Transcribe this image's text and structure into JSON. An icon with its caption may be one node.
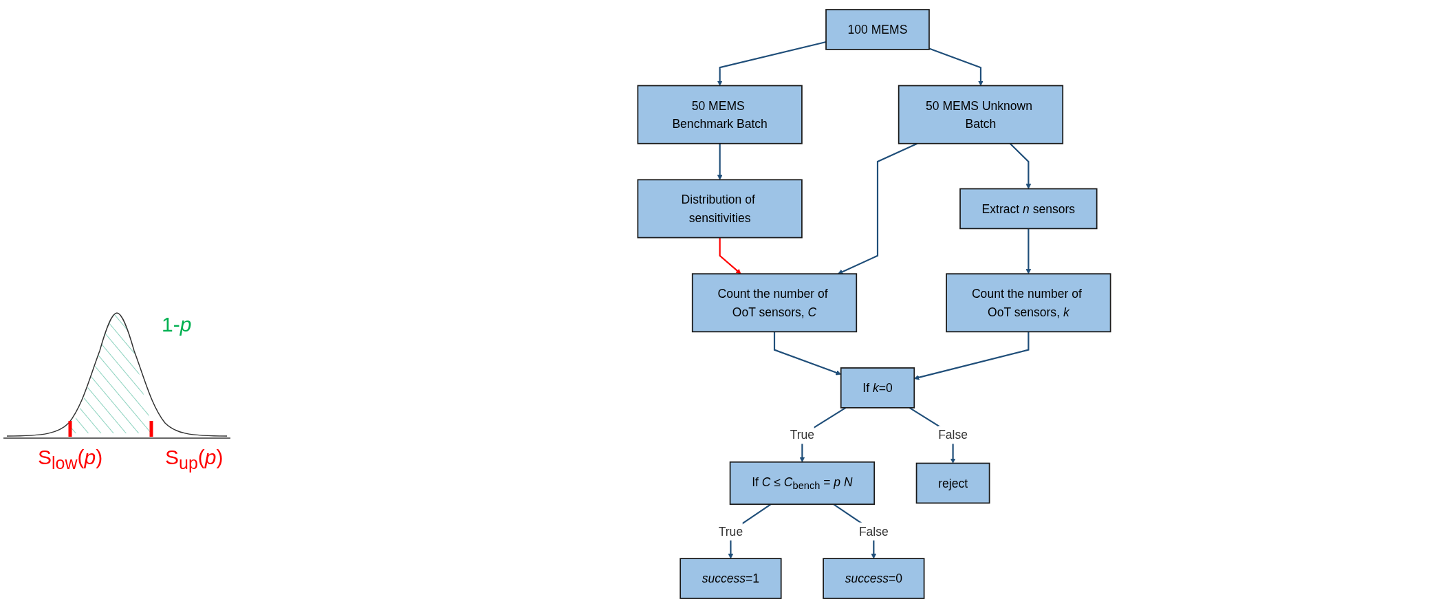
{
  "diagram": {
    "nodes": [
      {
        "text": [
          "100 MEMS"
        ]
      },
      {
        "text": [
          "50 MEMS Benchmark Batch"
        ]
      },
      {
        "text": [
          "50 MEMS Unknown Batch"
        ]
      },
      {
        "text": [
          "Extract *n* sensors"
        ]
      },
      {
        "text": [
          "Distribution of sensitivities"
        ]
      },
      {
        "text": [
          "Count the number of OoT sensors, *C*"
        ]
      },
      {
        "text": [
          "Count the number of OoT sensors, *k*"
        ]
      },
      {
        "text": [
          "If *k*=0"
        ]
      },
      {
        "text": [
          "If *C* ≤ *C*$_{bench}$ = *p N*"
        ]
      },
      {
        "text": [
          "reject"
        ]
      },
      {
        "text": [
          "*success*=1"
        ]
      },
      {
        "text": [
          "*success*=0"
        ]
      }
    ],
    "edges": [
      {
        "from": 0,
        "to": 1,
        "arrow": "to"
      },
      {
        "from": 0,
        "to": 2,
        "arrow": "to"
      },
      {
        "from": 1,
        "to": 4,
        "arrow": "to"
      },
      {
        "from": 4,
        "to": 5,
        "arrow": "to",
        "color": "#ff0000"
      },
      {
        "from": 2,
        "to": 5,
        "arrow": "to"
      },
      {
        "from": 2,
        "to": 3,
        "arrow": "to"
      },
      {
        "from": 3,
        "to": 6,
        "arrow": "to"
      },
      {
        "from": 5,
        "to": 7,
        "arrow": "to"
      },
      {
        "from": 6,
        "to": 7,
        "arrow": "to"
      },
      {
        "from": 7,
        "to": 8,
        "arrow": "to",
        "label": "True"
      },
      {
        "from": 7,
        "to": 9,
        "arrow": "to",
        "label": "False"
      },
      {
        "from": 8,
        "to": 10,
        "arrow": "to",
        "label": "True"
      },
      {
        "from": 8,
        "to": 11,
        "arrow": "to",
        "label": "False"
      }
    ],
    "labels": [
      "1-*p*",
      "S$_{low}$(*p*)",
      "S$_{up}$(*p*)"
    ]
  }
}
